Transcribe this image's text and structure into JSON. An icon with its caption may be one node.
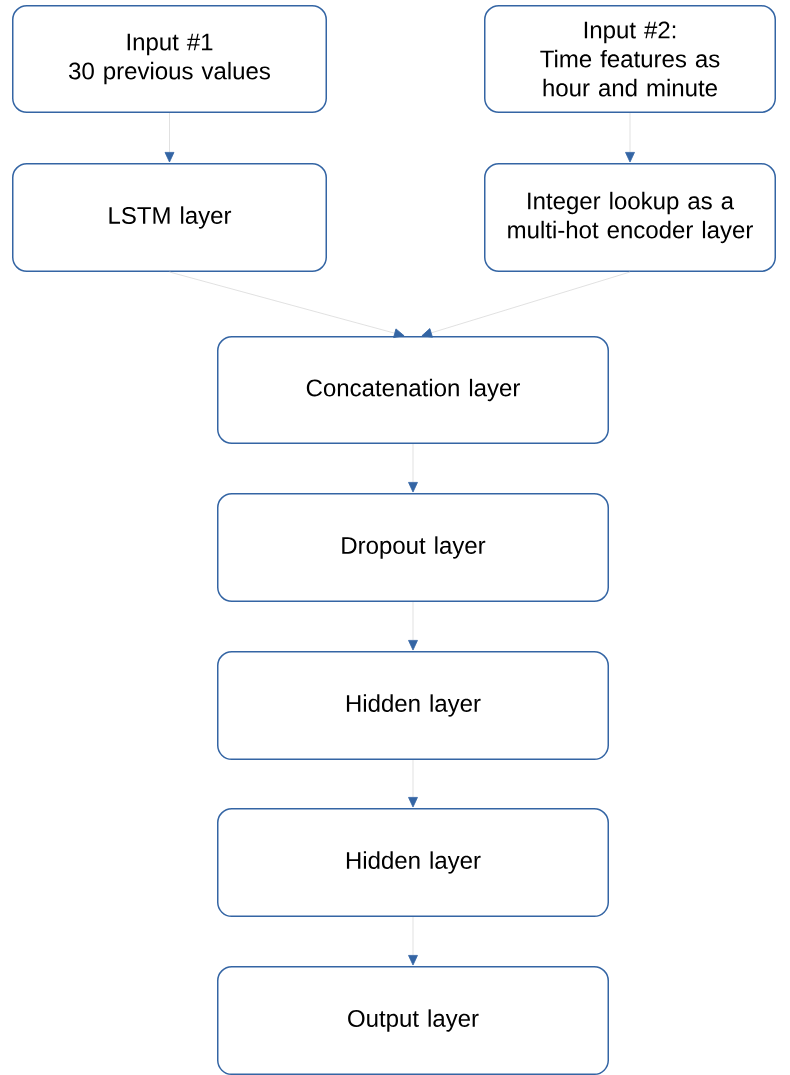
{
  "diagram": {
    "nodes": [
      {
        "text": [
          "Input #1",
          "30 previous values"
        ]
      },
      {
        "text": [
          "Input #2:",
          "Time features as hour and minute"
        ]
      },
      {
        "text": [
          "LSTM layer"
        ]
      },
      {
        "text": [
          "Integer lookup as a multi-hot encoder layer"
        ]
      },
      {
        "text": [
          "Concatenation layer"
        ]
      },
      {
        "text": [
          "Dropout layer"
        ]
      },
      {
        "text": [
          "Hidden layer"
        ]
      },
      {
        "text": [
          "Hidden layer"
        ]
      },
      {
        "text": [
          "Output layer"
        ]
      }
    ],
    "edges": [
      {
        "from": 0,
        "to": 2,
        "arrow": "to"
      },
      {
        "from": 1,
        "to": 3,
        "arrow": "to"
      },
      {
        "from": 2,
        "to": 4,
        "arrow": "to"
      },
      {
        "from": 3,
        "to": 4,
        "arrow": "to"
      },
      {
        "from": 4,
        "to": 5,
        "arrow": "to"
      },
      {
        "from": 5,
        "to": 6,
        "arrow": "to"
      },
      {
        "from": 6,
        "to": 7,
        "arrow": "to"
      },
      {
        "from": 7,
        "to": 8,
        "arrow": "to"
      }
    ]
  }
}
